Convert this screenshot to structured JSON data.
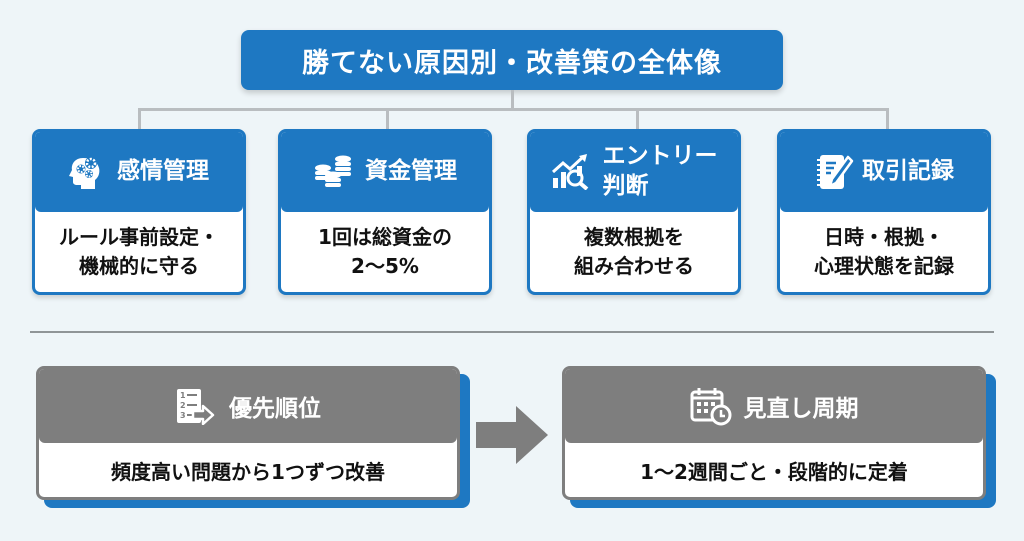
{
  "title": "勝てない原因別・改善策の全体像",
  "colors": {
    "primary": "#1e78c2",
    "secondary": "#7e7e7e",
    "connector": "#b9bdc0",
    "background": "#eef5f8"
  },
  "causes": [
    {
      "icon": "brain-gears-icon",
      "label": "感情管理",
      "detail": "ルール事前設定・\n機械的に守る"
    },
    {
      "icon": "coin-stacks-icon",
      "label": "資金管理",
      "detail": "1回は総資金の\n2〜5%"
    },
    {
      "icon": "chart-magnifier-icon",
      "label": "エントリー\n判断",
      "detail": "複数根拠を\n組み合わせる"
    },
    {
      "icon": "notebook-pen-icon",
      "label": "取引記録",
      "detail": "日時・根拠・\n心理状態を記録"
    }
  ],
  "steps": [
    {
      "icon": "numbered-list-arrow-icon",
      "label": "優先順位",
      "detail": "頻度高い問題から1つずつ改善"
    },
    {
      "icon": "calendar-clock-icon",
      "label": "見直し周期",
      "detail": "1〜2週間ごと・段階的に定着"
    }
  ]
}
